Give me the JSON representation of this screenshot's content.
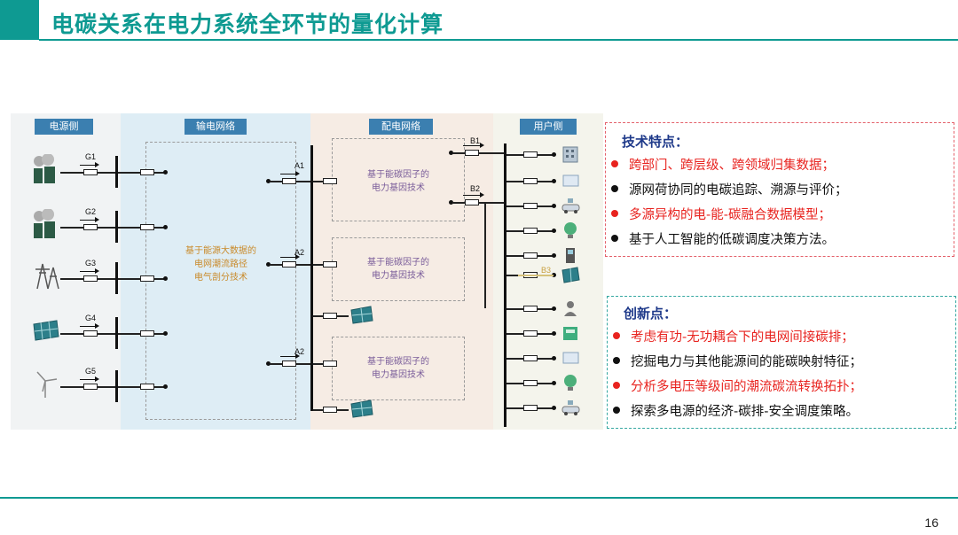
{
  "title": "电碳关系在电力系统全环节的量化计算",
  "page_number": "16",
  "colors": {
    "accent": "#0e9a92",
    "red": "#e8231f",
    "navy": "#1f3a8a",
    "dash_red": "#e4616b",
    "dash_teal": "#34a7a0"
  },
  "diagram": {
    "panels": {
      "source": "电源侧",
      "transmission": "输电网络",
      "distribution": "配电网络",
      "user": "用户侧"
    },
    "generators": [
      "G1",
      "G2",
      "G3",
      "G4",
      "G5"
    ],
    "transmission_box": [
      "基于能源大数据的",
      "电网潮流路径",
      "电气剖分技术"
    ],
    "dist_box": [
      "基于能碳因子的",
      "电力基因技术"
    ],
    "branch_labels": [
      "A1",
      "A2",
      "A2"
    ],
    "user_labels": [
      "B1",
      "B2",
      "B3"
    ]
  },
  "features": {
    "heading": "技术特点：",
    "items": [
      {
        "text": "跨部门、跨层级、跨领域归集数据；",
        "color": "red"
      },
      {
        "text": "源网荷协同的电碳追踪、溯源与评价；",
        "color": "black"
      },
      {
        "text": "多源异构的电-能-碳融合数据模型；",
        "color": "red"
      },
      {
        "text": "基于人工智能的低碳调度决策方法。",
        "color": "black"
      }
    ]
  },
  "innovations": {
    "heading": "创新点：",
    "items": [
      {
        "text": "考虑有功-无功耦合下的电网间接碳排；",
        "color": "red"
      },
      {
        "text": "挖掘电力与其他能源间的能碳映射特征；",
        "color": "black"
      },
      {
        "text": "分析多电压等级间的潮流碳流转换拓扑；",
        "color": "red"
      },
      {
        "text": "探索多电源的经济-碳排-安全调度策略。",
        "color": "black"
      }
    ]
  }
}
